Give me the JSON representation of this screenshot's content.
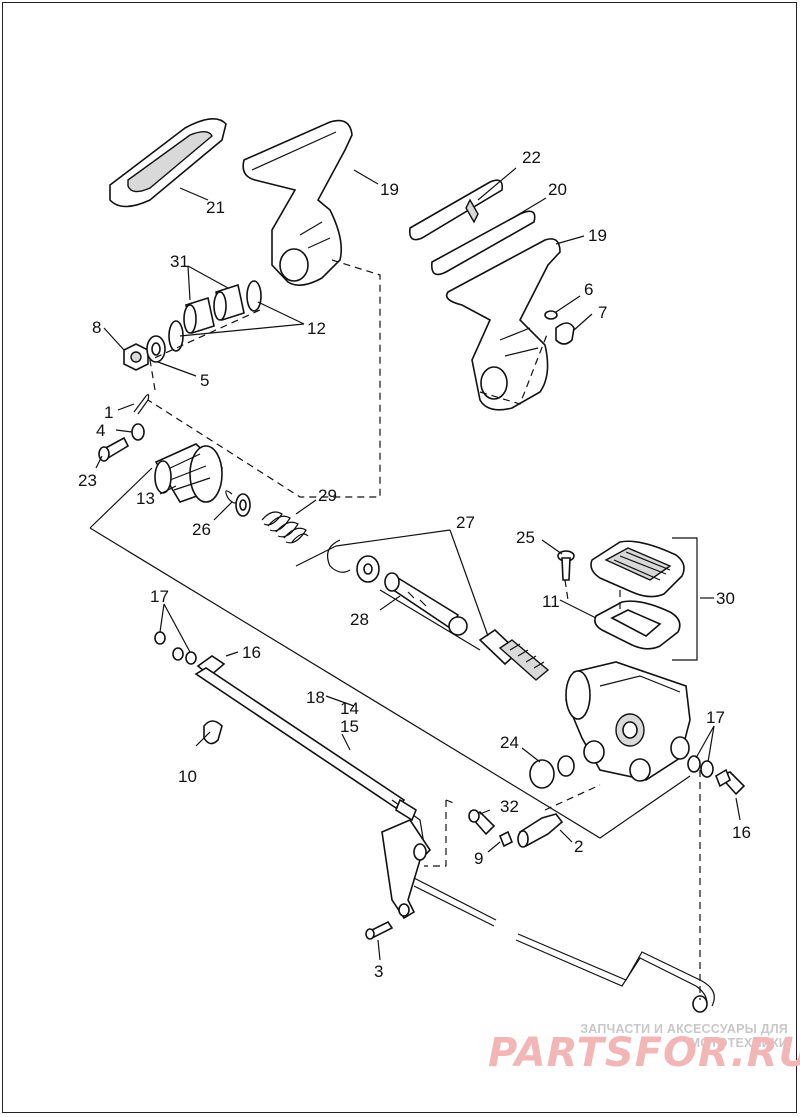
{
  "watermark": {
    "line1": "ЗАПЧАСТИ И АКСЕССУАРЫ ДЛЯ МОТОТЕХНИКИ",
    "line2": "PARTSFOR.RU"
  },
  "callouts": [
    {
      "id": "c21",
      "text": "21"
    },
    {
      "id": "c19a",
      "text": "19"
    },
    {
      "id": "c22",
      "text": "22"
    },
    {
      "id": "c20",
      "text": "20"
    },
    {
      "id": "c19b",
      "text": "19"
    },
    {
      "id": "c31",
      "text": "31"
    },
    {
      "id": "c12",
      "text": "12"
    },
    {
      "id": "c8",
      "text": "8"
    },
    {
      "id": "c5",
      "text": "5"
    },
    {
      "id": "c6",
      "text": "6"
    },
    {
      "id": "c7",
      "text": "7"
    },
    {
      "id": "c1",
      "text": "1"
    },
    {
      "id": "c4",
      "text": "4"
    },
    {
      "id": "c23",
      "text": "23"
    },
    {
      "id": "c13",
      "text": "13"
    },
    {
      "id": "c29",
      "text": "29"
    },
    {
      "id": "c26",
      "text": "26"
    },
    {
      "id": "c27",
      "text": "27"
    },
    {
      "id": "c25",
      "text": "25"
    },
    {
      "id": "c28",
      "text": "28"
    },
    {
      "id": "c11",
      "text": "11"
    },
    {
      "id": "c30",
      "text": "30"
    },
    {
      "id": "c17a",
      "text": "17"
    },
    {
      "id": "c16a",
      "text": "16"
    },
    {
      "id": "c18",
      "text": "18"
    },
    {
      "id": "c14",
      "text": "14"
    },
    {
      "id": "c15",
      "text": "15"
    },
    {
      "id": "c10",
      "text": "10"
    },
    {
      "id": "c24",
      "text": "24"
    },
    {
      "id": "c17b",
      "text": "17"
    },
    {
      "id": "c32",
      "text": "32"
    },
    {
      "id": "c2",
      "text": "2"
    },
    {
      "id": "c9",
      "text": "9"
    },
    {
      "id": "c16b",
      "text": "16"
    },
    {
      "id": "c3",
      "text": "3"
    }
  ]
}
